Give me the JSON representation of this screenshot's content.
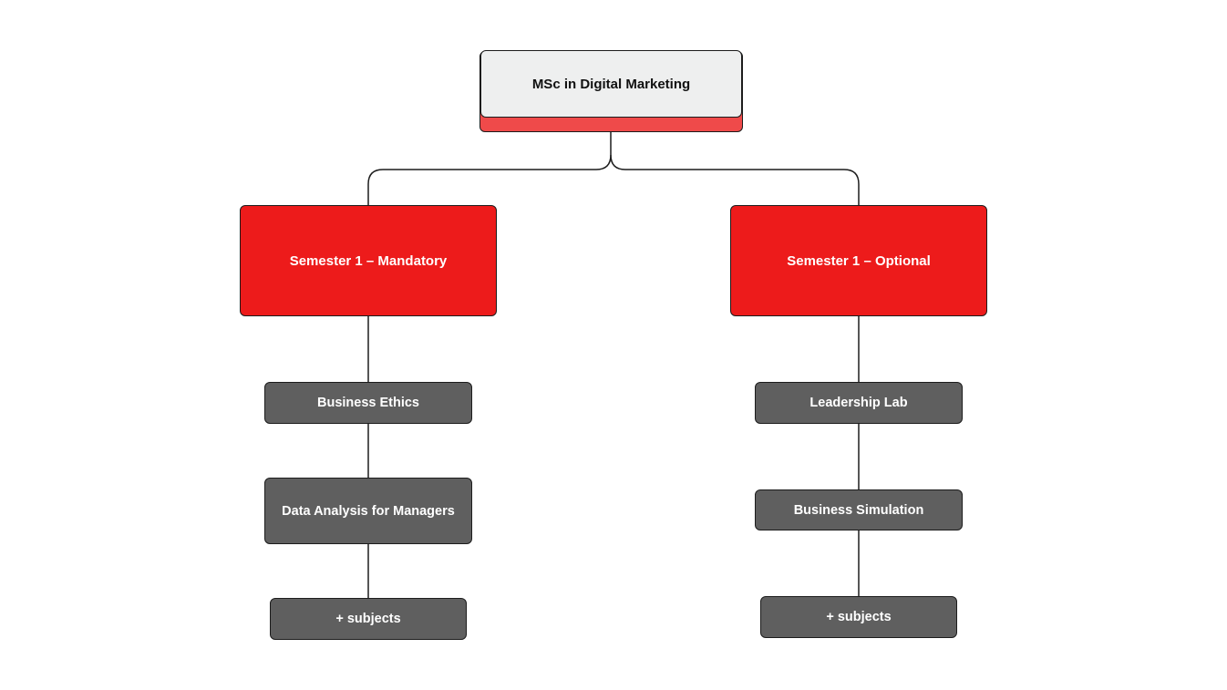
{
  "diagram": {
    "root": {
      "label": "MSc in Digital Marketing"
    },
    "branches": [
      {
        "label": "Semester 1 – Mandatory",
        "subjects": [
          "Business Ethics",
          "Data Analysis for Managers",
          "+ subjects"
        ]
      },
      {
        "label": "Semester 1 – Optional",
        "subjects": [
          "Leadership Lab",
          "Business Simulation",
          "+ subjects"
        ]
      }
    ],
    "colors": {
      "root_fill": "#eeefef",
      "root_accent": "#ef4a4a",
      "semester_fill": "#ed1b1b",
      "subject_fill": "#5f5f5f",
      "line": "#1c1c1c"
    }
  }
}
